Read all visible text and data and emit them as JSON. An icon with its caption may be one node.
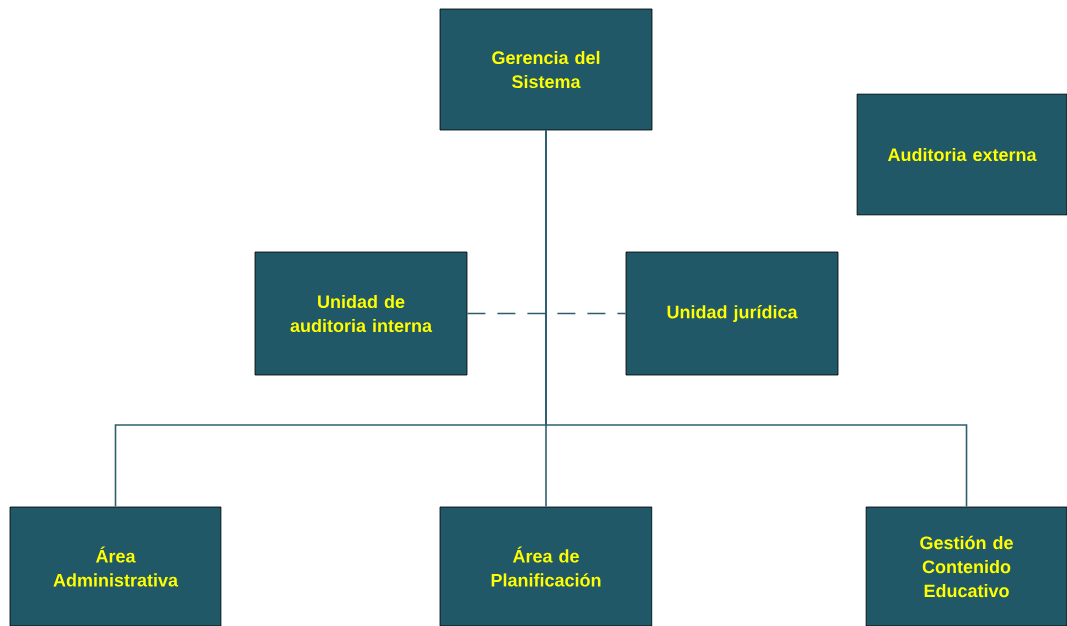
{
  "diagram": {
    "nodes": [
      {
        "text": [
          "Gerencia del Sistema"
        ]
      },
      {
        "text": [
          "Auditoria externa"
        ]
      },
      {
        "text": [
          "Unidad de auditoria interna"
        ]
      },
      {
        "text": [
          "Unidad jurídica"
        ]
      },
      {
        "text": [
          "Área Administrativa"
        ]
      },
      {
        "text": [
          "Área de Planificación"
        ]
      },
      {
        "text": [
          "Gestión de Contenido Educativo"
        ]
      }
    ],
    "edges": [
      {
        "from": 0,
        "to": 4,
        "arrow": "none"
      },
      {
        "from": 0,
        "to": 5,
        "arrow": "none"
      },
      {
        "from": 0,
        "to": 6,
        "arrow": "none"
      },
      {
        "from": 2,
        "to": 3,
        "arrow": "none",
        "style": "dashed"
      }
    ]
  }
}
